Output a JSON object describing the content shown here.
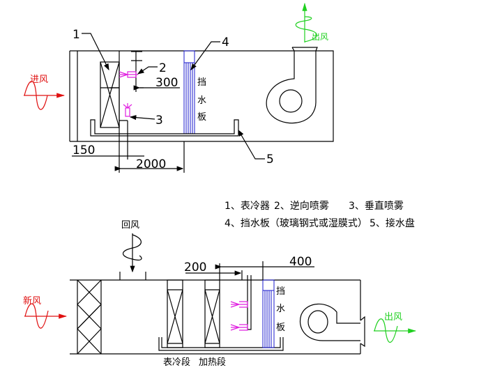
{
  "top_diagram": {
    "inlet_label": "进风",
    "outlet_label": "出风",
    "eliminator_chars": [
      "挡",
      "水",
      "板"
    ],
    "callouts": [
      "1",
      "2",
      "3",
      "4",
      "5"
    ],
    "dimensions": {
      "d300": "300",
      "d150": "150",
      "d2000": "2000"
    }
  },
  "legend": {
    "line1": [
      "1、表冷器",
      "2、逆向喷雾",
      "3、垂直喷雾"
    ],
    "line2": [
      "4、挡水板（玻璃钢式或湿膜式）",
      "5、接水盘"
    ]
  },
  "bottom_diagram": {
    "return_air_label": "回风",
    "fresh_air_label": "新风",
    "outlet_label": "出风",
    "eliminator_chars": [
      "挡",
      "水",
      "板"
    ],
    "dimensions": {
      "d200": "200",
      "d400": "400"
    },
    "section_labels": [
      "表冷段",
      "加热段"
    ]
  },
  "colors": {
    "inlet": "#e01010",
    "outlet": "#20d020",
    "nozzle": "#e020e0",
    "eliminator": "#1a1acc"
  }
}
